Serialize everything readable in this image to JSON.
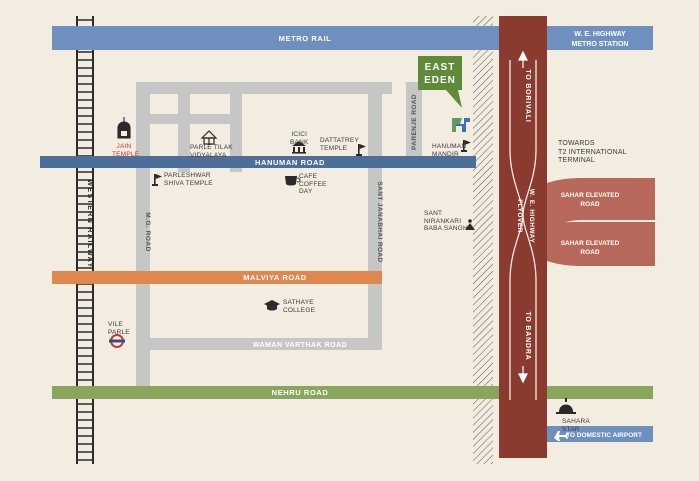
{
  "colors": {
    "background": "#f3ece1",
    "metro_rail": "#6f8fbf",
    "hanuman_road": "#4e6e9a",
    "malviya_road": "#e0874f",
    "nehru_road": "#8aa55c",
    "grey_road": "#c6c6c6",
    "highway": "#8b3a30",
    "elevated_road": "#b8685b",
    "project_logo": "#5f8a3a",
    "railway": "#2a2a2a"
  },
  "roads": {
    "metro_rail": "METRO RAIL",
    "we_highway_metro_station": [
      "W. E. HIGHWAY",
      "METRO STATION"
    ],
    "hanuman_road": "HANUMAN ROAD",
    "malviya_road": "MALVIYA ROAD",
    "waman_varthak_road": "WAMAN VARTHAK ROAD",
    "nehru_road": "NEHRU ROAD",
    "western_railway": "WESTERN RAILWAY",
    "mg_road": "M.G. ROAD",
    "sant_janabhai_road": "SANT JANABHAI ROAD",
    "parenje_road": "PARENJE ROAD",
    "we_highway_flyover": [
      "W. E. HIGHWAY",
      "FLYOVER"
    ],
    "to_borivali": "TO BORIVALI",
    "to_bandra": "TO BANDRA",
    "sahar_elevated_road_1": [
      "SAHAR ELEVATED",
      "ROAD"
    ],
    "sahar_elevated_road_2": [
      "SAHAR ELEVATED",
      "ROAD"
    ],
    "towards_t2": [
      "TOWARDS",
      "T2 INTERNATIONAL",
      "TERMINAL"
    ]
  },
  "project": {
    "logo_line1": "EAST",
    "logo_line2": "EDEN"
  },
  "landmarks": {
    "jain_temple": [
      "JAIN",
      "TEMPLE"
    ],
    "parle_tilak": [
      "PARLE TILAK",
      "VIDYALAYA"
    ],
    "icici_bank": [
      "ICICI",
      "BANK"
    ],
    "dattatrey_temple": [
      "DATTATREY",
      "TEMPLE"
    ],
    "hanuman_mandir": [
      "HANUMAN",
      "MANDIR"
    ],
    "parleshwar": [
      "PARLESHWAR",
      "SHIVA TEMPLE"
    ],
    "cafe_coffee_day": [
      "CAFE",
      "COFFEE",
      "DAY"
    ],
    "sant_nirankari": [
      "SANT",
      "NIRANKARI",
      "BABA SANGH"
    ],
    "sathaye_college": [
      "SATHAYE",
      "COLLEGE"
    ],
    "vile_parle": [
      "VILE",
      "PARLE"
    ],
    "sahara_star": [
      "SAHARA",
      "STAR"
    ],
    "to_domestic_airport": "TO DOMESTIC AIRPORT"
  },
  "icons": [
    "temple-icon",
    "school-icon",
    "bank-icon",
    "flag-temple-icon",
    "coffee-icon",
    "meditation-icon",
    "graduation-cap-icon",
    "metro-station-icon",
    "hotel-dome-icon",
    "airplane-icon",
    "project-pin-icon",
    "arrow-up-icon",
    "arrow-down-icon"
  ]
}
